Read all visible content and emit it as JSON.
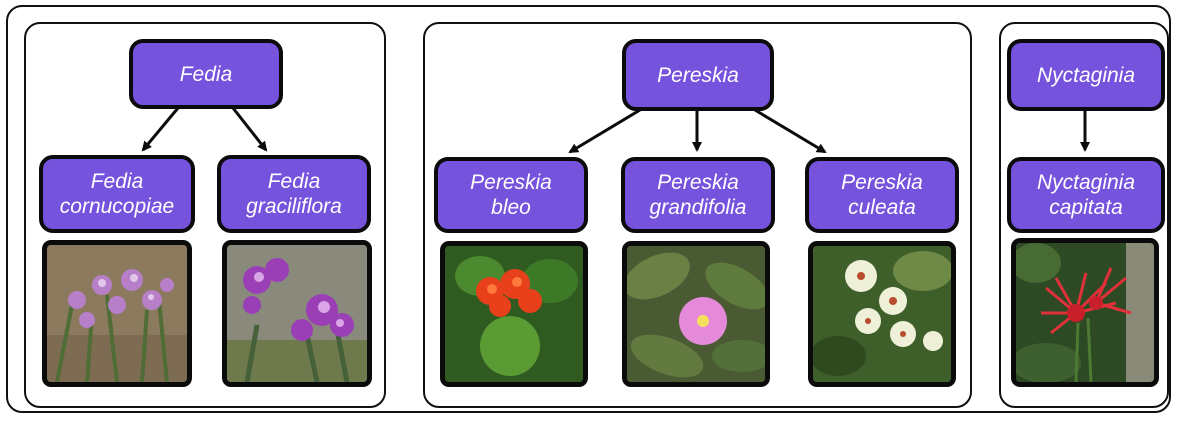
{
  "groups": [
    {
      "root": "Fedia",
      "children": [
        {
          "line1": "Fedia",
          "line2": "cornucopiae",
          "photo_icon": "purple-flower-cluster-photo"
        },
        {
          "line1": "Fedia",
          "line2": "graciliflora",
          "photo_icon": "purple-flower-cluster-photo"
        }
      ]
    },
    {
      "root": "Pereskia",
      "children": [
        {
          "line1": "Pereskia",
          "line2": "bleo",
          "photo_icon": "orange-red-flower-photo"
        },
        {
          "line1": "Pereskia",
          "line2": "grandifolia",
          "photo_icon": "pink-flower-photo"
        },
        {
          "line1": "Pereskia",
          "line2": "culeata",
          "photo_icon": "white-flower-photo"
        }
      ]
    },
    {
      "root": "Nyctaginia",
      "children": [
        {
          "line1": "Nyctaginia",
          "line2": "capitata",
          "photo_icon": "red-spider-flower-photo"
        }
      ]
    }
  ],
  "colors": {
    "node_fill": "#7653dd",
    "node_border": "#0b0b0b",
    "node_text": "#ffffff"
  }
}
